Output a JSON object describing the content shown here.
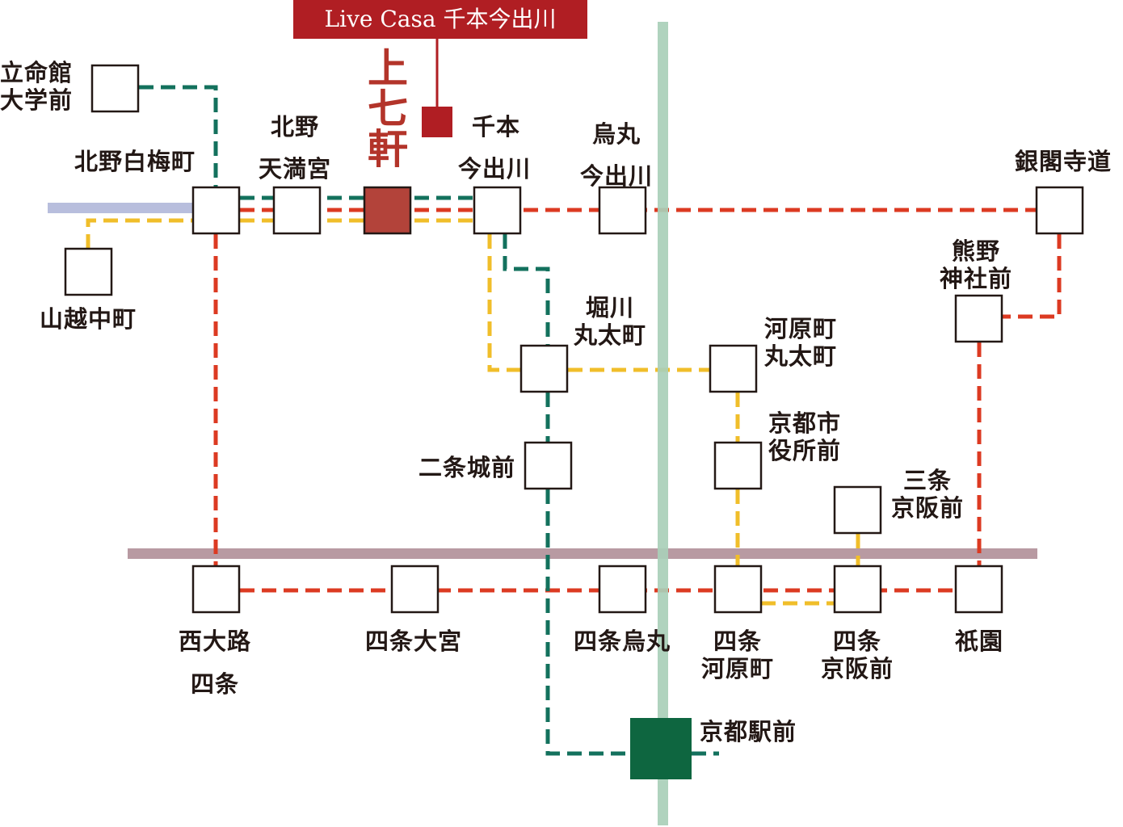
{
  "highlight": {
    "property_name": "Live Casa 千本今出川",
    "station_chars": [
      "上",
      "七",
      "軒"
    ]
  },
  "stations": {
    "ritsumeikan": [
      "立命館",
      "大学前"
    ],
    "kitano_hakubai": [
      "北野白梅町"
    ],
    "kitano_tenmangu": [
      "北野",
      "天満宮"
    ],
    "senbon_imadegawa": [
      "千本",
      "今出川"
    ],
    "karasuma_imadegawa": [
      "烏丸",
      "今出川"
    ],
    "ginkakuji": [
      "銀閣寺道"
    ],
    "yamagoe": [
      "山越中町"
    ],
    "kumano": [
      "熊野",
      "神社前"
    ],
    "horikawa": [
      "堀川",
      "丸太町"
    ],
    "kawaramachi_marutamachi": [
      "河原町",
      "丸太町"
    ],
    "nijojo": [
      "二条城前"
    ],
    "shiyakusho": [
      "京都市",
      "役所前"
    ],
    "sanjo_keihan": [
      "三条",
      "京阪前"
    ],
    "nishioji": [
      "西大路"
    ],
    "nishioji2": [
      "四条"
    ],
    "shijo_omiya": [
      "四条大宮"
    ],
    "shijo_karasuma": [
      "四条烏丸"
    ],
    "shijo_kawaramachi": [
      "四条",
      "河原町"
    ],
    "shijo_keihan": [
      "四条",
      "京阪前"
    ],
    "gion": [
      "祇園"
    ],
    "kyoto_ekimae": [
      "京都駅前"
    ]
  },
  "colors": {
    "red_route": "#dc3a22",
    "green_route": "#13715d",
    "yellow_route": "#f0be2a",
    "subway_karasuma": "#a9cfb9",
    "randen": "#b8bedd",
    "hankyu": "#b89aa2",
    "highlight_station": "#b3433a",
    "property_marker": "#b01e23",
    "kyoto_station": "#0e6640"
  }
}
